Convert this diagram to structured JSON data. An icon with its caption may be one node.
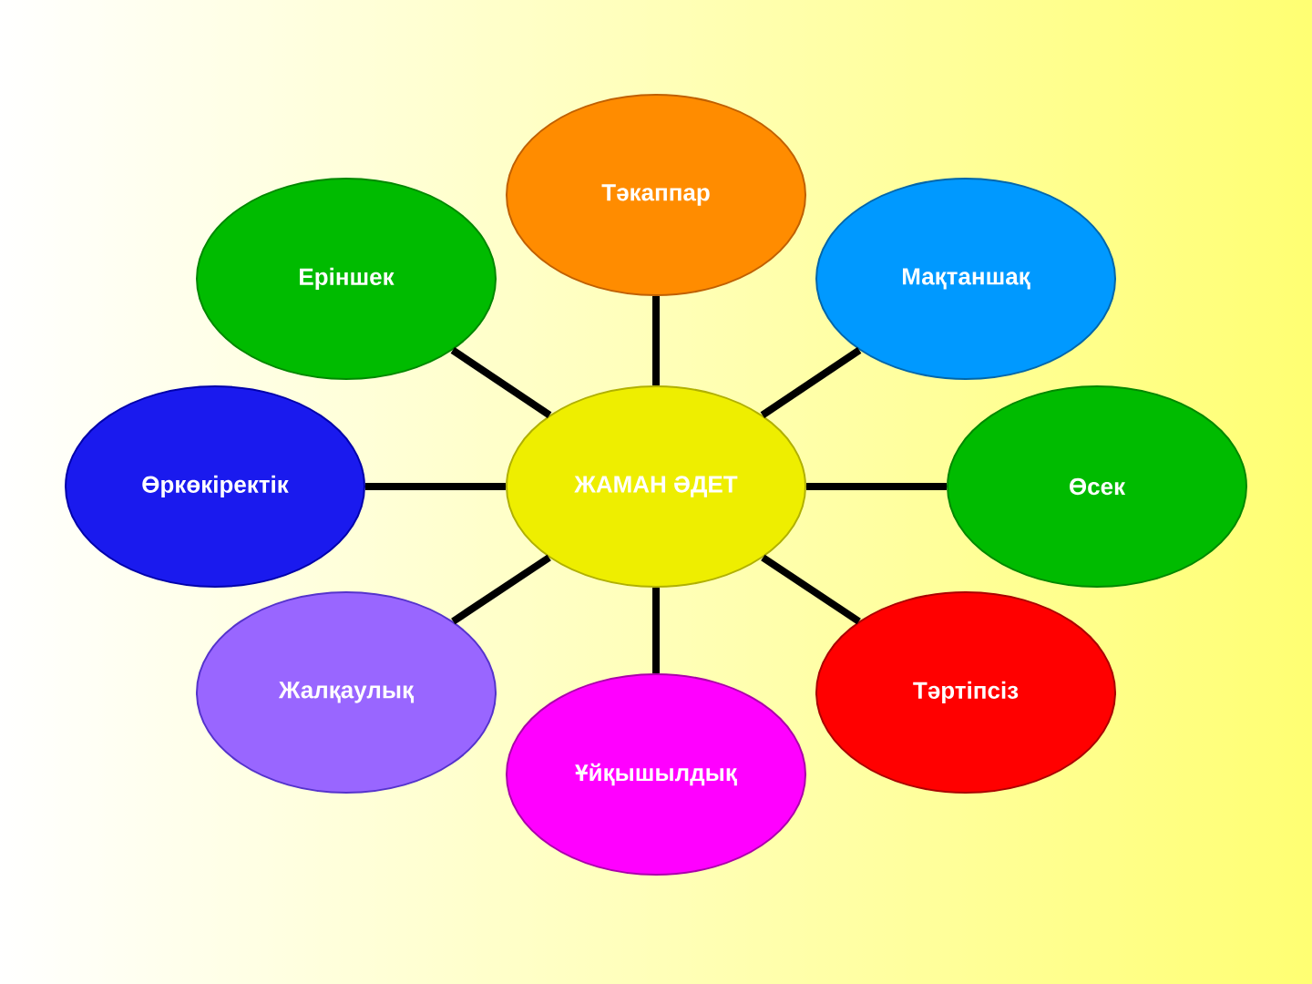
{
  "diagram": {
    "nodes": [
      {
        "text": [
          "ЖАМАН ӘДЕТ"
        ]
      },
      {
        "text": [
          "Тәкаппар"
        ]
      },
      {
        "text": [
          "Мақтаншақ"
        ]
      },
      {
        "text": [
          "Өсек"
        ]
      },
      {
        "text": [
          "Тәртіпсіз"
        ]
      },
      {
        "text": [
          "Ұйқышылдық"
        ]
      },
      {
        "text": [
          "Жалқаулық"
        ]
      },
      {
        "text": [
          "Өркөкіректік"
        ]
      },
      {
        "text": [
          "Еріншек"
        ]
      }
    ],
    "edges": [
      {
        "from": 0,
        "to": 1,
        "arrow": "none"
      },
      {
        "from": 0,
        "to": 2,
        "arrow": "none"
      },
      {
        "from": 0,
        "to": 3,
        "arrow": "none"
      },
      {
        "from": 0,
        "to": 4,
        "arrow": "none"
      },
      {
        "from": 0,
        "to": 5,
        "arrow": "none"
      },
      {
        "from": 0,
        "to": 6,
        "arrow": "none"
      },
      {
        "from": 0,
        "to": 7,
        "arrow": "none"
      },
      {
        "from": 0,
        "to": 8,
        "arrow": "none"
      }
    ]
  }
}
